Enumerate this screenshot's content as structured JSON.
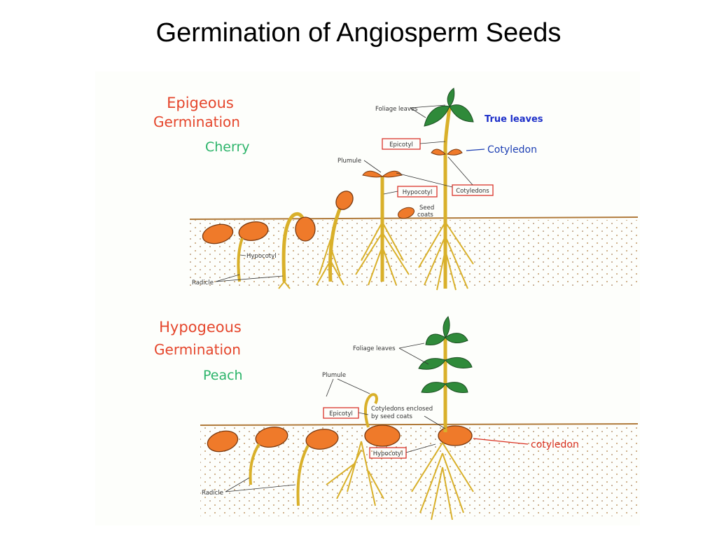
{
  "title": "Germination of Angiosperm Seeds",
  "colors": {
    "heading": "#e5462c",
    "species": "#2cb46a",
    "true_leaves": "#1d2fc9",
    "cotyledon_note": "#1d3fb3",
    "cotyledon_note_lower": "#d93020",
    "seed_fill": "#ef7a2a",
    "stem": "#d9b02a",
    "leaf": "#2f8a3a",
    "label_box": "#d9342a",
    "soil": "#b07a3a"
  },
  "epigeous": {
    "heading_line1": "Epigeous",
    "heading_line2": "Germination",
    "species": "Cherry",
    "labels": {
      "foliage_leaves": "Foliage leaves",
      "true_leaves": "True leaves",
      "epicotyl": "Epicotyl",
      "cotyledon": "Cotyledon",
      "plumule": "Plumule",
      "hypocotyl_box": "Hypocotyl",
      "cotyledons": "Cotyledons",
      "seed_line1": "Seed",
      "seed_line2": "coats",
      "hypocotyl": "Hypocotyl",
      "radicle": "Radicle"
    }
  },
  "hypogeous": {
    "heading_line1": "Hypogeous",
    "heading_line2": "Germination",
    "species": "Peach",
    "labels": {
      "foliage_leaves": "Foliage leaves",
      "plumule": "Plumule",
      "epicotyl": "Epicotyl",
      "enclosed_line1": "Cotyledons enclosed",
      "enclosed_line2": "by seed coats",
      "hypocotyl": "Hypocotyl",
      "cotyledon": "cotyledon",
      "radicle": "Radicle"
    }
  }
}
